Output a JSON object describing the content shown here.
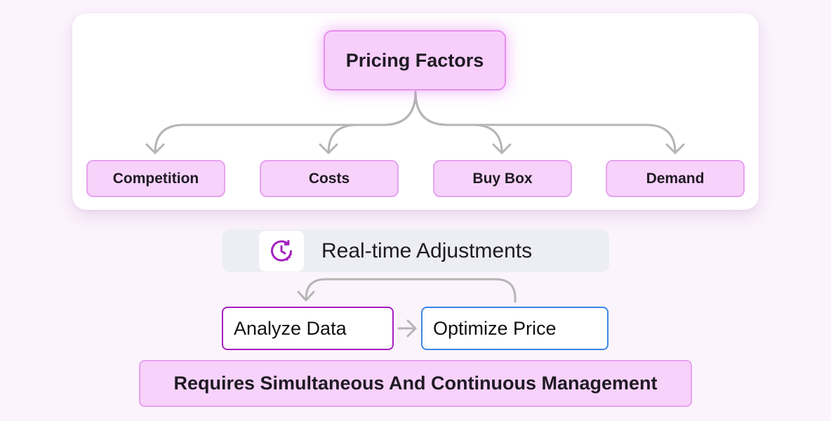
{
  "pricing": {
    "title": "Pricing Factors",
    "factors": [
      "Competition",
      "Costs",
      "Buy Box",
      "Demand"
    ]
  },
  "realtime": {
    "label": "Real-time Adjustments",
    "icon": "clock-refresh-icon"
  },
  "loop": {
    "steps": [
      "Analyze Data",
      "Optimize Price"
    ]
  },
  "banner": {
    "text": "Requires Simultaneous And Continuous Management"
  },
  "colors": {
    "page_bg": "#fcf4fd",
    "node_fill": "#f7d2fa",
    "node_border": "#e6a3ee",
    "connector": "#b5b5b5",
    "icon_accent": "#a51fc0",
    "optimize_border": "#3b86e6"
  }
}
